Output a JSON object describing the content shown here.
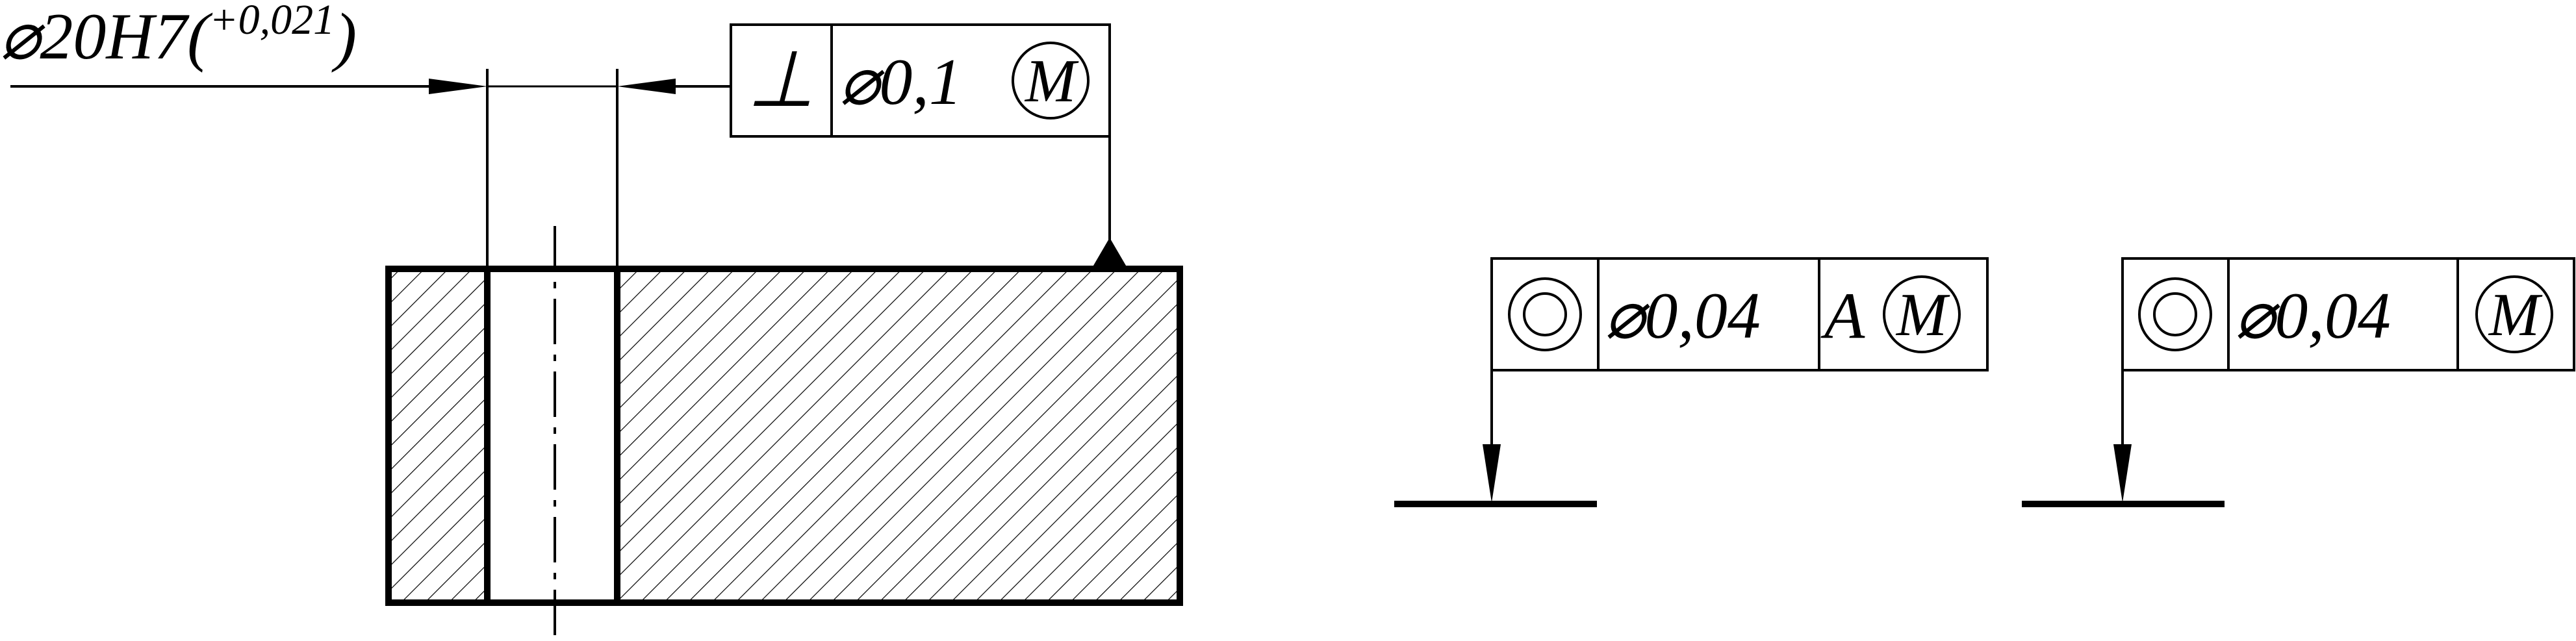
{
  "colors": {
    "ink": "#000000",
    "background": "#ffffff"
  },
  "hole_callout": {
    "diameter_symbol": "⌀",
    "size_text": "20H7(",
    "tolerance_text": "+0,021",
    "close_paren": ")"
  },
  "frame_perpendicularity": {
    "symbol": "⊥",
    "diameter_symbol": "⌀",
    "value": "0,1",
    "modifier": "M"
  },
  "frame_coaxiality_datum": {
    "symbol_icon": "concentric-circles-icon",
    "diameter_symbol": "⌀",
    "value": "0,04",
    "datum": "A",
    "modifier": "M"
  },
  "frame_coaxiality": {
    "symbol_icon": "concentric-circles-icon",
    "diameter_symbol": "⌀",
    "value": "0,04",
    "modifier": "M"
  }
}
